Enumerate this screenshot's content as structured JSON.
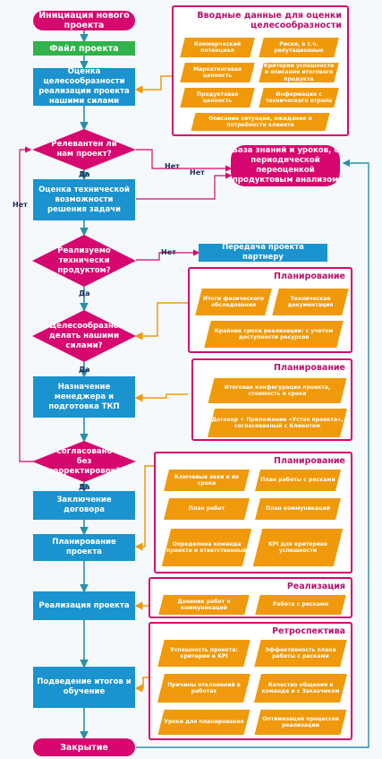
{
  "flow": {
    "start": "Инициация нового проекта",
    "file": "Файл проекта",
    "assess_feasibility": "Оценка целесообразности реализации проекта нашими силами",
    "relevant": "Релевантен ли нам проект?",
    "tech_assess": "Оценка технической возможности решения задачи",
    "feasible": "Реализуемо технически продуктом?",
    "worth": "Целесообразно делать нашими силами?",
    "assign": "Назначение менеджера и подготовка ТКП",
    "agreed": "Согласовано без корректировок?",
    "contract": "Заключение договора",
    "planning": "Планирование проекта",
    "implementation": "Реализация проекта",
    "summary": "Подведение итогов и обучение",
    "close": "Закрытие",
    "partner": "Передача проекта партнеру",
    "knowledge_base": "База знаний и уроков, с периодической переоценкой продуктовым анализом",
    "yes": "Да",
    "no": "Нет"
  },
  "panels": {
    "intro": {
      "title": "Вводные данные для оценки целесообразности",
      "items": [
        "Коммерческий потенциал",
        "Риски, в т.ч. репутационные",
        "Маркетинговая ценность",
        "Критерии успешности и описание итогового продукта",
        "Продуктовая ценность",
        "Информация с технического отрапа",
        "Описание ситуации, ожидания и потребности клиента"
      ]
    },
    "plan1": {
      "title": "Планирование",
      "items": [
        "Итоги физического обследования",
        "Техническая документация",
        "Крайние сроки реализации: с учетом доступности ресурсов"
      ]
    },
    "plan2": {
      "title": "Планирование",
      "items": [
        "Итоговая конфигурация проекта, стоимость и сроки",
        "Договор + Приложение «Устав проекта», согласованный с Клиентом"
      ]
    },
    "plan3": {
      "title": "Планирование",
      "items": [
        "Ключевые вехи и их сроки",
        "План работы с рисками",
        "План работ",
        "План коммуникаций",
        "Определена команда проекта и ответственный",
        "KPI для критериев успешности"
      ]
    },
    "impl": {
      "title": "Реализация",
      "items": [
        "Дневник работ и коммуникаций",
        "Работа с рисками"
      ]
    },
    "retro": {
      "title": "Ретроспектива",
      "items": [
        "Успешность проекта: критерии и KPI",
        "Эффективность плана работы с рисками",
        "Причины отклонений в работах",
        "Качество общения в команде и с Заказчиком",
        "Уроки для планирования",
        "Оптимизация процессов реализации"
      ]
    }
  },
  "colors": {
    "magenta": "#d6076f",
    "blue": "#1a93cf",
    "green": "#2fb34a",
    "orange": "#f0990a",
    "teal_line": "#2a8fa8"
  }
}
